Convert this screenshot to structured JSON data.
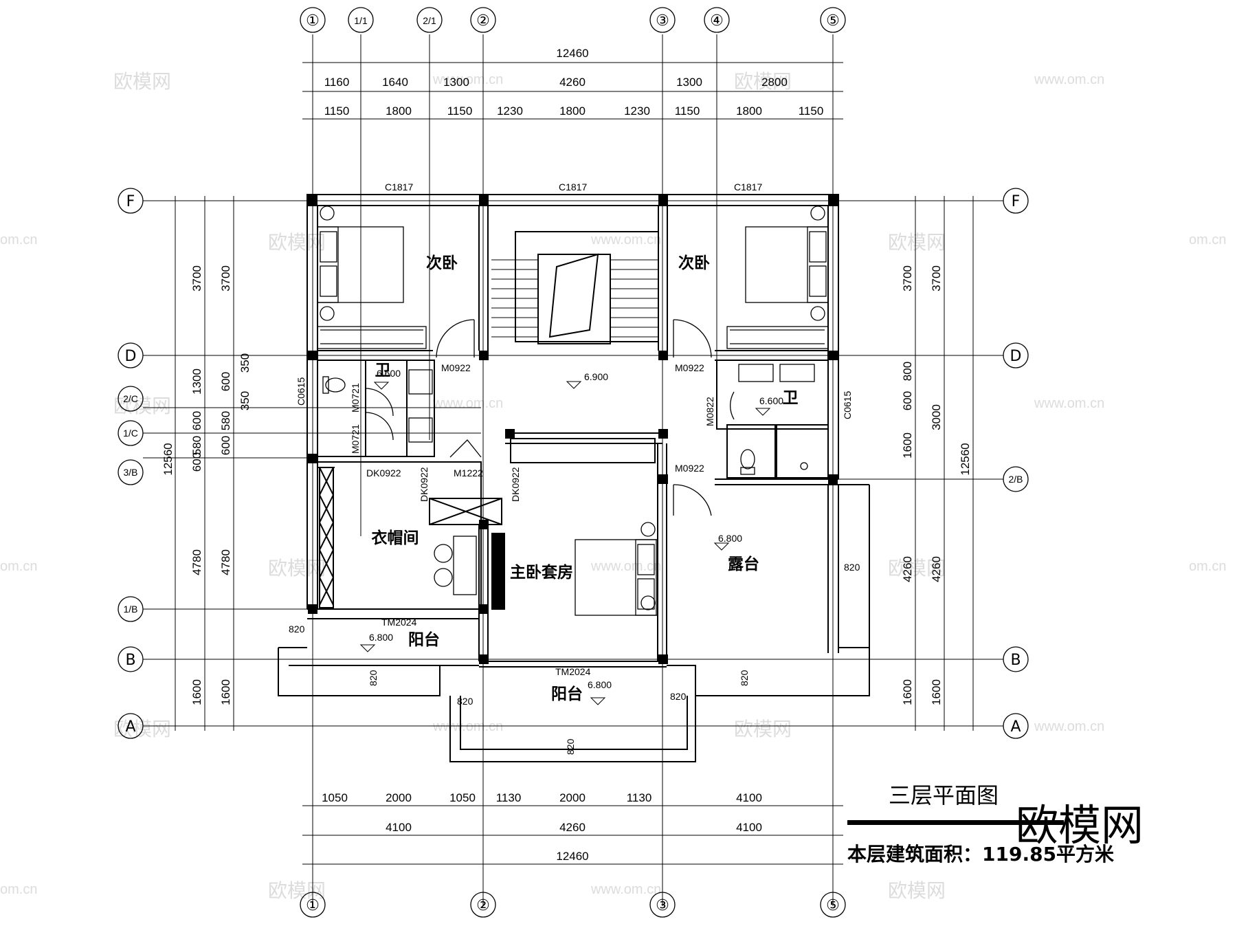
{
  "drawing": {
    "title": "三层平面图",
    "area_label": "本层建筑面积：119.85平方米",
    "brand": "欧模网"
  },
  "axes": {
    "top": [
      "①",
      "1/1",
      "2/1",
      "②",
      "③",
      "④",
      "⑤"
    ],
    "bottom": [
      "①",
      "②",
      "③",
      "⑤"
    ],
    "left": [
      "F",
      "D",
      "2/C",
      "1/C",
      "3/B",
      "1/B",
      "B",
      "A"
    ],
    "right": [
      "F",
      "D",
      "2/B",
      "B",
      "A"
    ]
  },
  "dimensions": {
    "top_total": "12460",
    "top_row1": [
      "1160",
      "1640",
      "1300",
      "4260",
      "1300",
      "2800"
    ],
    "top_row2": [
      "1150",
      "1800",
      "1150",
      "1230",
      "1800",
      "1230",
      "1150",
      "1800",
      "1150"
    ],
    "bottom_row1": [
      "1050",
      "2000",
      "1050",
      "1130",
      "2000",
      "1130",
      "4100"
    ],
    "bottom_row2": [
      "4100",
      "4260",
      "4100"
    ],
    "bottom_total": "12460",
    "left_total": "12560",
    "left_col1": [
      "3700",
      "1300",
      "600",
      "580",
      "600",
      "4780",
      "1600"
    ],
    "left_col2": [
      "3700",
      "350",
      "600",
      "350",
      "580",
      "600",
      "4780",
      "1600"
    ],
    "right_total": "12560",
    "right_col1": [
      "3700",
      "800",
      "600",
      "1600",
      "4260",
      "1600"
    ],
    "right_col2": [
      "3700",
      "3000",
      "4260",
      "1600"
    ],
    "misc": "820"
  },
  "rooms": {
    "bedroom_left": "次卧",
    "bedroom_right": "次卧",
    "bath_left": "卫",
    "bath_right": "卫",
    "cloakroom": "衣帽间",
    "master_suite": "主卧套房",
    "terrace": "露台",
    "balcony_left": "阳台",
    "balcony_front": "阳台"
  },
  "elevations": {
    "hall": "6.900",
    "bath_left": "6.600",
    "bath_right": "6.600",
    "terrace": "6.800",
    "balcony_left": "6.800",
    "balcony_front": "6.800"
  },
  "openings": {
    "window_c1817": "C1817",
    "window_c0615": "C0615",
    "door_m0922": "M0922",
    "door_m0721": "M0721",
    "door_m0822": "M0822",
    "door_m1222": "M1222",
    "door_dk0922": "DK0922",
    "door_tm2024": "TM2024"
  },
  "watermark": {
    "text": "欧模网",
    "url": "www.om.cn",
    "url_short": "om.cn"
  }
}
